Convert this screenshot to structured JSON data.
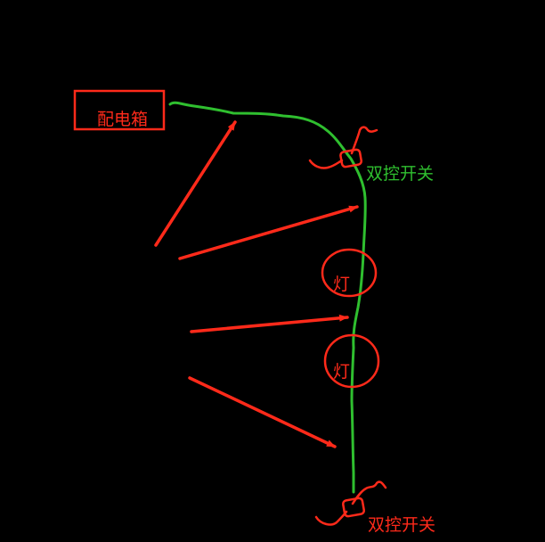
{
  "diagram": {
    "background": "#000000",
    "colors": {
      "annotation": "#ff2a1a",
      "wire": "#2fbf2f"
    },
    "labels": {
      "distribution_box": "配电箱",
      "switch_top": "双控开关",
      "lamp_1": "灯",
      "lamp_2": "灯",
      "switch_bottom": "双控开关"
    }
  }
}
